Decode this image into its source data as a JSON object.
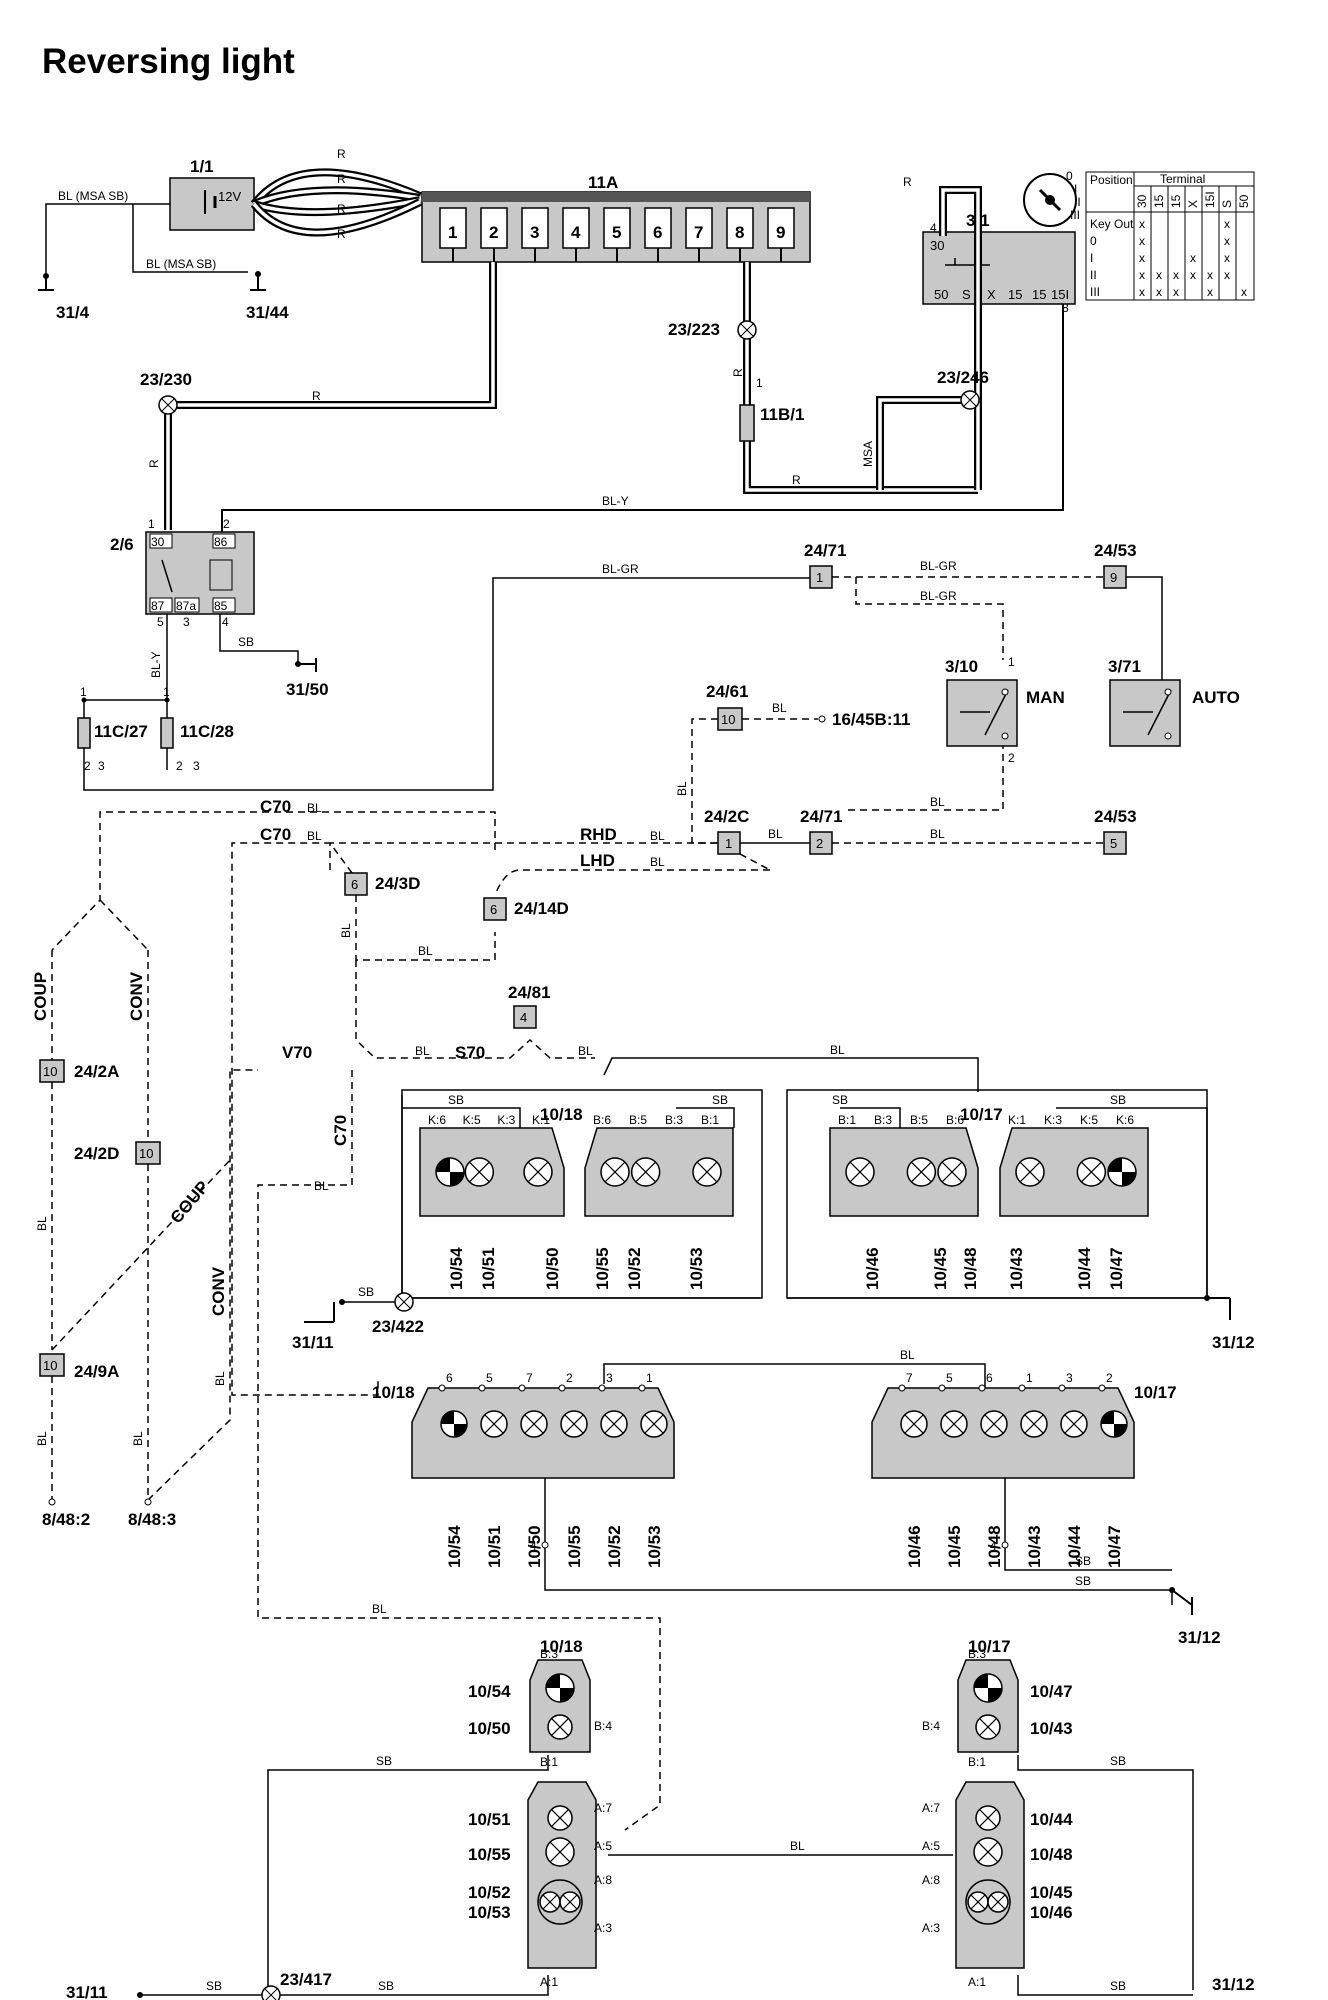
{
  "title": "Reversing light",
  "components": {
    "battery": "1/1",
    "battery_voltage": "12V",
    "fusebox": "11A",
    "ign_switch": "3/1",
    "fuse11b1": "11B/1",
    "relay": "2/6",
    "f11c27": "11C/27",
    "f11c28": "11C/28",
    "sw310": "3/10",
    "sw371": "3/71",
    "man": "MAN",
    "auto": "AUTO",
    "l1018": "10/18",
    "l1017": "10/17"
  },
  "wires": {
    "r": "R",
    "bl": "BL",
    "sb": "SB",
    "bl_y": "BL-Y",
    "bl_gr": "BL-GR",
    "msa": "MSA",
    "bl_msa_sb": "BL (MSA SB)"
  },
  "grounds": {
    "g31_4": "31/4",
    "g31_44": "31/44",
    "g31_50": "31/50",
    "g31_11": "31/11",
    "g31_12": "31/12"
  },
  "junctions": {
    "j23_230": "23/230",
    "j23_223": "23/223",
    "j23_246": "23/246",
    "j23_422": "23/422",
    "j23_417": "23/417"
  },
  "connectors": {
    "c24_71": "24/71",
    "c24_53": "24/53",
    "c24_61": "24/61",
    "c16_45b": "16/45B:11",
    "c24_2c": "24/2C",
    "c24_3d": "24/3D",
    "c24_14d": "24/14D",
    "c24_2a": "24/2A",
    "c24_2d": "24/2D",
    "c24_9a": "24/9A",
    "c24_81": "24/81",
    "c8_48_2": "8/48:2",
    "c8_48_3": "8/48:3"
  },
  "labels": {
    "rhd": "RHD",
    "lhd": "LHD",
    "c70": "C70",
    "coup": "COUP",
    "conv": "CONV",
    "v70": "V70",
    "s70": "S70"
  },
  "terminals": {
    "t30": "30",
    "t50": "50",
    "tS": "S",
    "tX": "X",
    "t15a": "15",
    "t15b": "15",
    "t15i": "15I",
    "t86": "86",
    "t87": "87",
    "t87a": "87a",
    "t85": "85",
    "p4": "4",
    "p8": "8"
  },
  "pins": {
    "one": "1",
    "two": "2",
    "three": "3",
    "four": "4",
    "five": "5",
    "six": "6",
    "nine": "9",
    "ten": "10"
  },
  "fuse_numbers": [
    "1",
    "2",
    "3",
    "4",
    "5",
    "6",
    "7",
    "8",
    "9"
  ],
  "key": {
    "pos0": "0",
    "pos1": "I",
    "pos2": "II",
    "pos3": "III"
  },
  "position_table": {
    "header_position": "Position",
    "header_terminal": "Terminal",
    "columns": [
      "30",
      "15",
      "15",
      "X",
      "15I",
      "S",
      "50"
    ],
    "rows": [
      {
        "label": "Key Out",
        "marks": [
          "x",
          "",
          "",
          "",
          "",
          "x",
          ""
        ]
      },
      {
        "label": "0",
        "marks": [
          "x",
          "",
          "",
          "",
          "",
          "x",
          ""
        ]
      },
      {
        "label": "I",
        "marks": [
          "x",
          "",
          "",
          "x",
          "",
          "x",
          ""
        ]
      },
      {
        "label": "II",
        "marks": [
          "x",
          "x",
          "x",
          "x",
          "x",
          "x",
          ""
        ]
      },
      {
        "label": "III",
        "marks": [
          "x",
          "x",
          "x",
          "",
          "x",
          "",
          "x"
        ]
      }
    ]
  },
  "top_lamps": {
    "left_outer": {
      "pins": [
        "K:6",
        "K:5",
        "K:3",
        "K:1"
      ],
      "labels": [
        "10/54",
        "10/51",
        "10/50"
      ]
    },
    "left_inner": {
      "pins": [
        "B:6",
        "B:5",
        "B:3",
        "B:1"
      ],
      "labels": [
        "10/55",
        "10/52",
        "10/53"
      ]
    },
    "right_inner": {
      "pins": [
        "B:1",
        "B:3",
        "B:5",
        "B:6"
      ],
      "labels": [
        "10/46",
        "10/45",
        "10/48"
      ]
    },
    "right_outer": {
      "pins": [
        "K:1",
        "K:3",
        "K:5",
        "K:6"
      ],
      "labels": [
        "10/43",
        "10/44",
        "10/47"
      ]
    }
  },
  "mid_lamps": {
    "left": {
      "pins": [
        "6",
        "5",
        "7",
        "2",
        "3",
        "1"
      ],
      "labels": [
        "10/54",
        "10/51",
        "10/50",
        "10/55",
        "10/52",
        "10/53"
      ]
    },
    "right": {
      "pins": [
        "7",
        "5",
        "6",
        "1",
        "3",
        "2"
      ],
      "labels": [
        "10/46",
        "10/45",
        "10/48",
        "10/43",
        "10/44",
        "10/47"
      ]
    }
  },
  "bottom_lamps": {
    "left_upper": {
      "labels": [
        "10/54",
        "10/50"
      ],
      "pins": [
        "B:3",
        "B:4",
        "B:1"
      ]
    },
    "left_lower": {
      "labels": [
        "10/51",
        "10/55",
        "10/52",
        "10/53"
      ],
      "pins": [
        "A:7",
        "A:5",
        "A:8",
        "A:3",
        "A:1"
      ]
    },
    "right_upper": {
      "labels": [
        "10/47",
        "10/43"
      ],
      "pins": [
        "B:3",
        "B:4",
        "B:1"
      ]
    },
    "right_lower": {
      "labels": [
        "10/44",
        "10/48",
        "10/45",
        "10/46"
      ],
      "pins": [
        "A:7",
        "A:5",
        "A:8",
        "A:3",
        "A:1"
      ]
    }
  }
}
